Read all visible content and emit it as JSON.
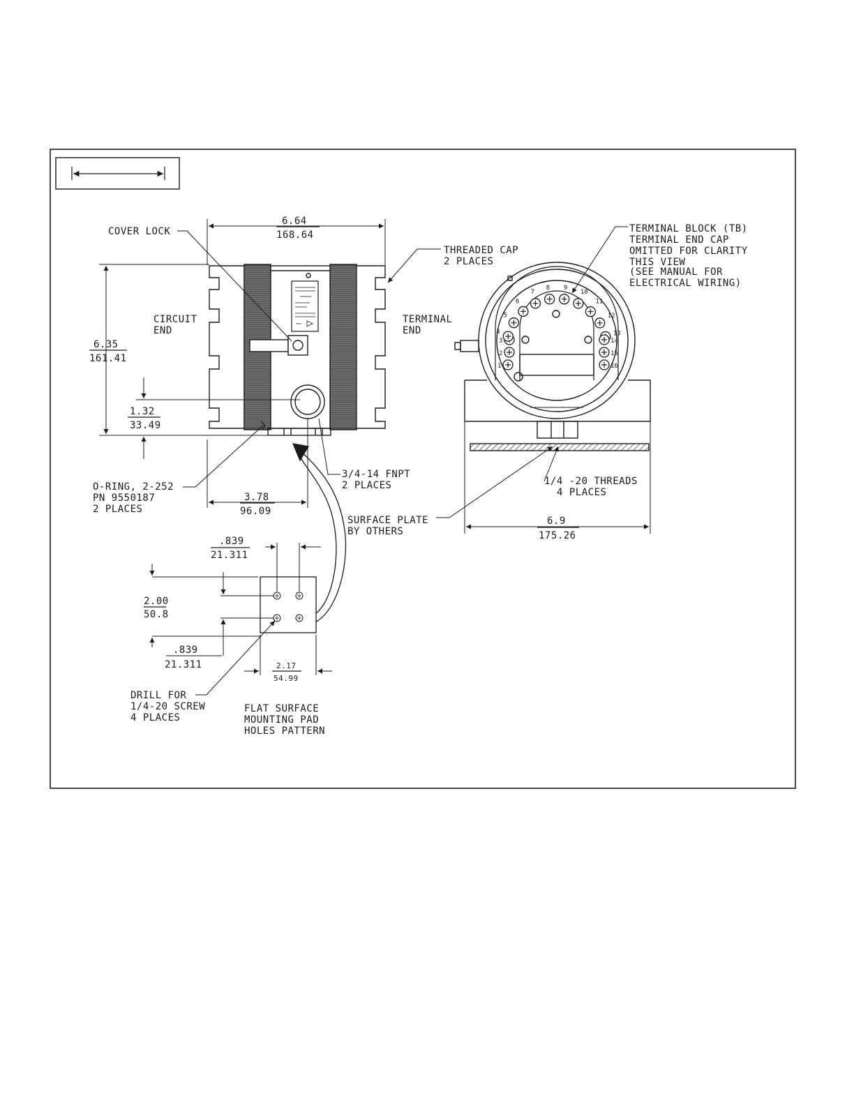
{
  "colors": {
    "ink": "#1a1a1a",
    "paper": "#ffffff",
    "knurl": "#555555"
  },
  "views": {
    "side": {
      "cover_lock": "COVER LOCK",
      "circuit_end": [
        "CIRCUIT",
        "END"
      ],
      "terminal_end": [
        "TERMINAL",
        "END"
      ],
      "threaded_cap": [
        "THREADED CAP",
        "2 PLACES"
      ],
      "oring": [
        "O-RING, 2-252",
        "PN 9550187",
        "2 PLACES"
      ],
      "fnpt": [
        "3/4-14 FNPT",
        "2 PLACES"
      ],
      "surface_plate": [
        "SURFACE PLATE",
        "BY OTHERS"
      ],
      "dims": {
        "width": {
          "in": "6.64",
          "mm": "168.64"
        },
        "height": {
          "in": "6.35",
          "mm": "161.41"
        },
        "conduit_height": {
          "in": "1.32",
          "mm": "33.49"
        },
        "conduit_offset": {
          "in": "3.78",
          "mm": "96.09"
        }
      }
    },
    "end": {
      "terminal_block": [
        "TERMINAL BLOCK (TB)",
        "TERMINAL END CAP",
        "OMITTED FOR CLARITY",
        "THIS VIEW",
        "(SEE MANUAL FOR",
        "ELECTRICAL WIRING)"
      ],
      "threads": [
        "1/4 -20 THREADS",
        "4 PLACES"
      ],
      "terminal_numbers": [
        "1",
        "2",
        "3",
        "4",
        "5",
        "6",
        "7",
        "8",
        "9",
        "10",
        "11",
        "12",
        "13",
        "14",
        "15",
        "16"
      ],
      "dims": {
        "width": {
          "in": "6.9",
          "mm": "175.26"
        }
      }
    },
    "pad": {
      "dims": {
        "hole_top": {
          "in": ".839",
          "mm": "21.311"
        },
        "height": {
          "in": "2.00",
          "mm": "50.8"
        },
        "hole_bottom": {
          "in": ".839",
          "mm": "21.311"
        },
        "width": {
          "in": "2.17",
          "mm": "54.99"
        }
      },
      "drill": [
        "DRILL FOR",
        "1/4-20 SCREW",
        "4 PLACES"
      ],
      "caption": [
        "FLAT SURFACE",
        "MOUNTING PAD",
        "HOLES PATTERN"
      ]
    }
  }
}
